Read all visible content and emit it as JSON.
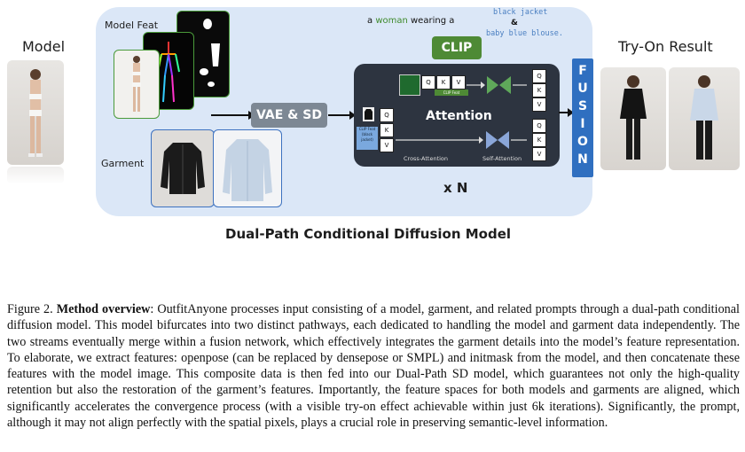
{
  "figure": {
    "labels": {
      "model": "Model",
      "model_feat": "Model Feat",
      "garment": "Garment",
      "vae": "VAE & SD",
      "clip": "CLIP",
      "attention": "Attention",
      "cross_attention": "Cross-Attention",
      "self_attention": "Self-Attention",
      "xn": "x N",
      "fusion_letters": [
        "F",
        "U",
        "S",
        "I",
        "O",
        "N"
      ],
      "tryon": "Try-On Result",
      "dual_path": "Dual-Path Conditional Diffusion Model",
      "q": "Q",
      "k": "K",
      "v": "V",
      "clip_feat_small": "CLIP Feat",
      "clip_feat_side": "CLIP Feat (black jacket)"
    },
    "prompt": {
      "prefix_a": "a ",
      "woman": "woman",
      "suffix": " wearing a",
      "garment_1": "black jacket",
      "amp": "&",
      "garment_2": "baby blue blouse."
    },
    "colors": {
      "panel": "#dbe7f7",
      "clip_green": "#4e8a35",
      "vae_gray": "#7d8894",
      "attention_dark": "#2d3440",
      "fusion_blue": "#2f6fc0",
      "prompt_green": "#3f8a2c",
      "prompt_blue": "#4a7fc1"
    }
  },
  "caption": {
    "label": "Figure 2.",
    "bold": "Method overview",
    "text": ": OutfitAnyone processes input consisting of a model, garment, and related prompts through a dual-path conditional diffusion model. This model bifurcates into two distinct pathways, each dedicated to handling the model and garment data independently. The two streams eventually merge within a fusion network, which effectively integrates the garment details into the model’s feature representation. To elaborate, we extract features: openpose (can be replaced by densepose or SMPL) and initmask from the model, and then concatenate these features with the model image. This composite data is then fed into our Dual-Path SD model, which guarantees not only the high-quality retention but also the restoration of the garment’s features. Importantly, the feature spaces for both models and garments are aligned, which significantly accelerates the convergence process (with a visible try-on effect achievable within just 6k iterations). Significantly, the prompt, although it may not align perfectly with the spatial pixels, plays a crucial role in preserving semantic-level information."
  }
}
